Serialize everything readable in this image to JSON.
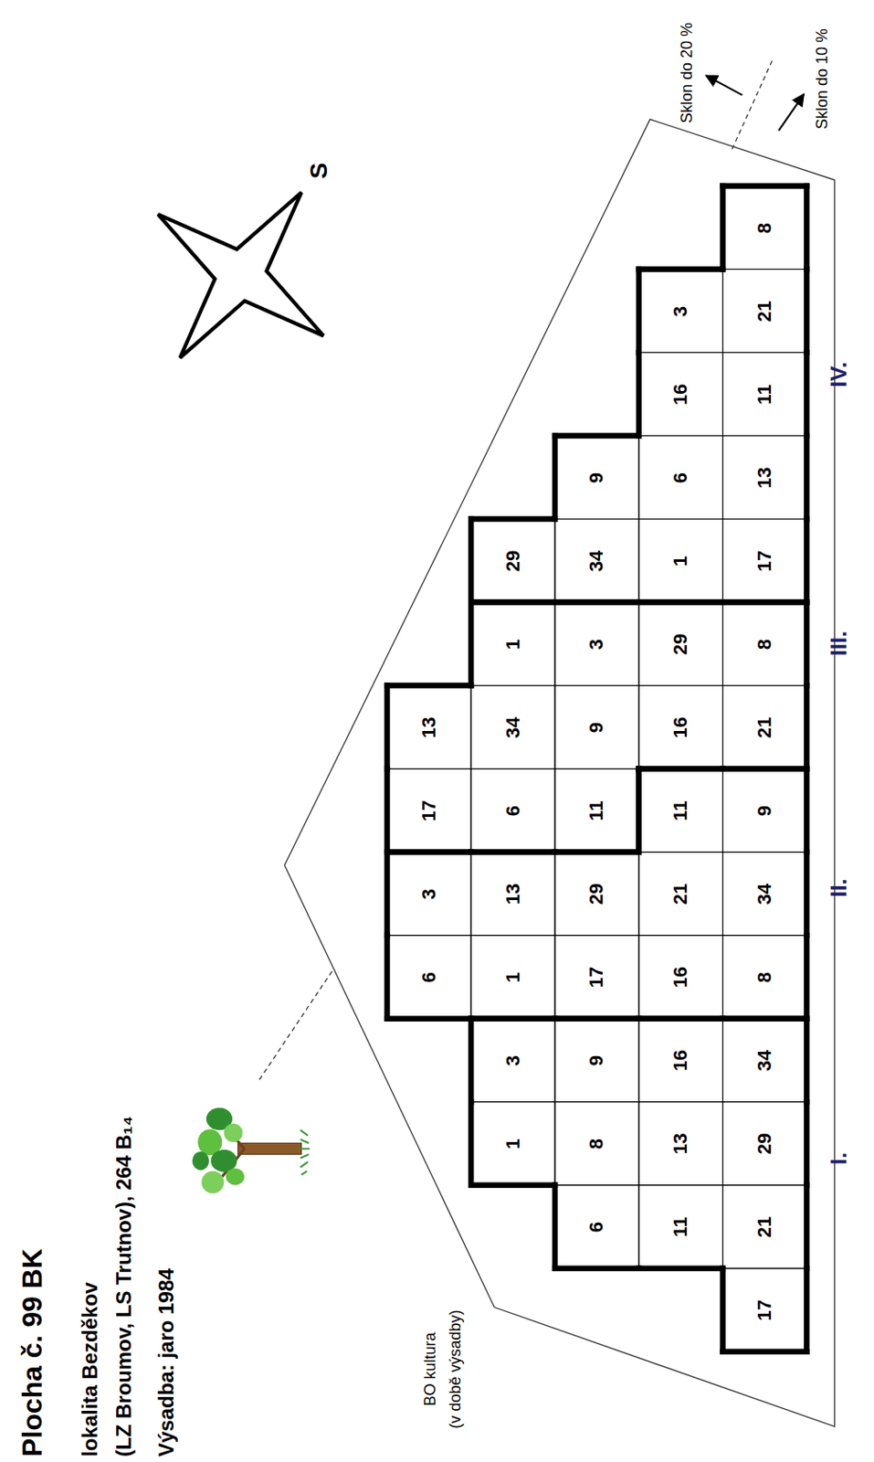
{
  "diagram": {
    "title": "Plocha č. 99 BK",
    "labels": [
      "lokalita Bezděkov",
      "(LZ Broumov, LS Trutnov), 264 B₁₄",
      "Výsadba: jaro 1984",
      "S",
      "Sklon do 20 %",
      "Sklon do 10 %",
      "BO kultura",
      "(v době výsadby)",
      "17",
      "6",
      "11",
      "21",
      "1",
      "8",
      "13",
      "29",
      "3",
      "9",
      "16",
      "34",
      "6",
      "1",
      "17",
      "16",
      "8",
      "3",
      "13",
      "29",
      "21",
      "34",
      "17",
      "6",
      "11",
      "11",
      "9",
      "13",
      "34",
      "9",
      "16",
      "21",
      "1",
      "3",
      "29",
      "8",
      "29",
      "34",
      "1",
      "17",
      "9",
      "6",
      "13",
      "16",
      "11",
      "3",
      "21",
      "8",
      "I.",
      "II.",
      "III.",
      "IV."
    ]
  }
}
